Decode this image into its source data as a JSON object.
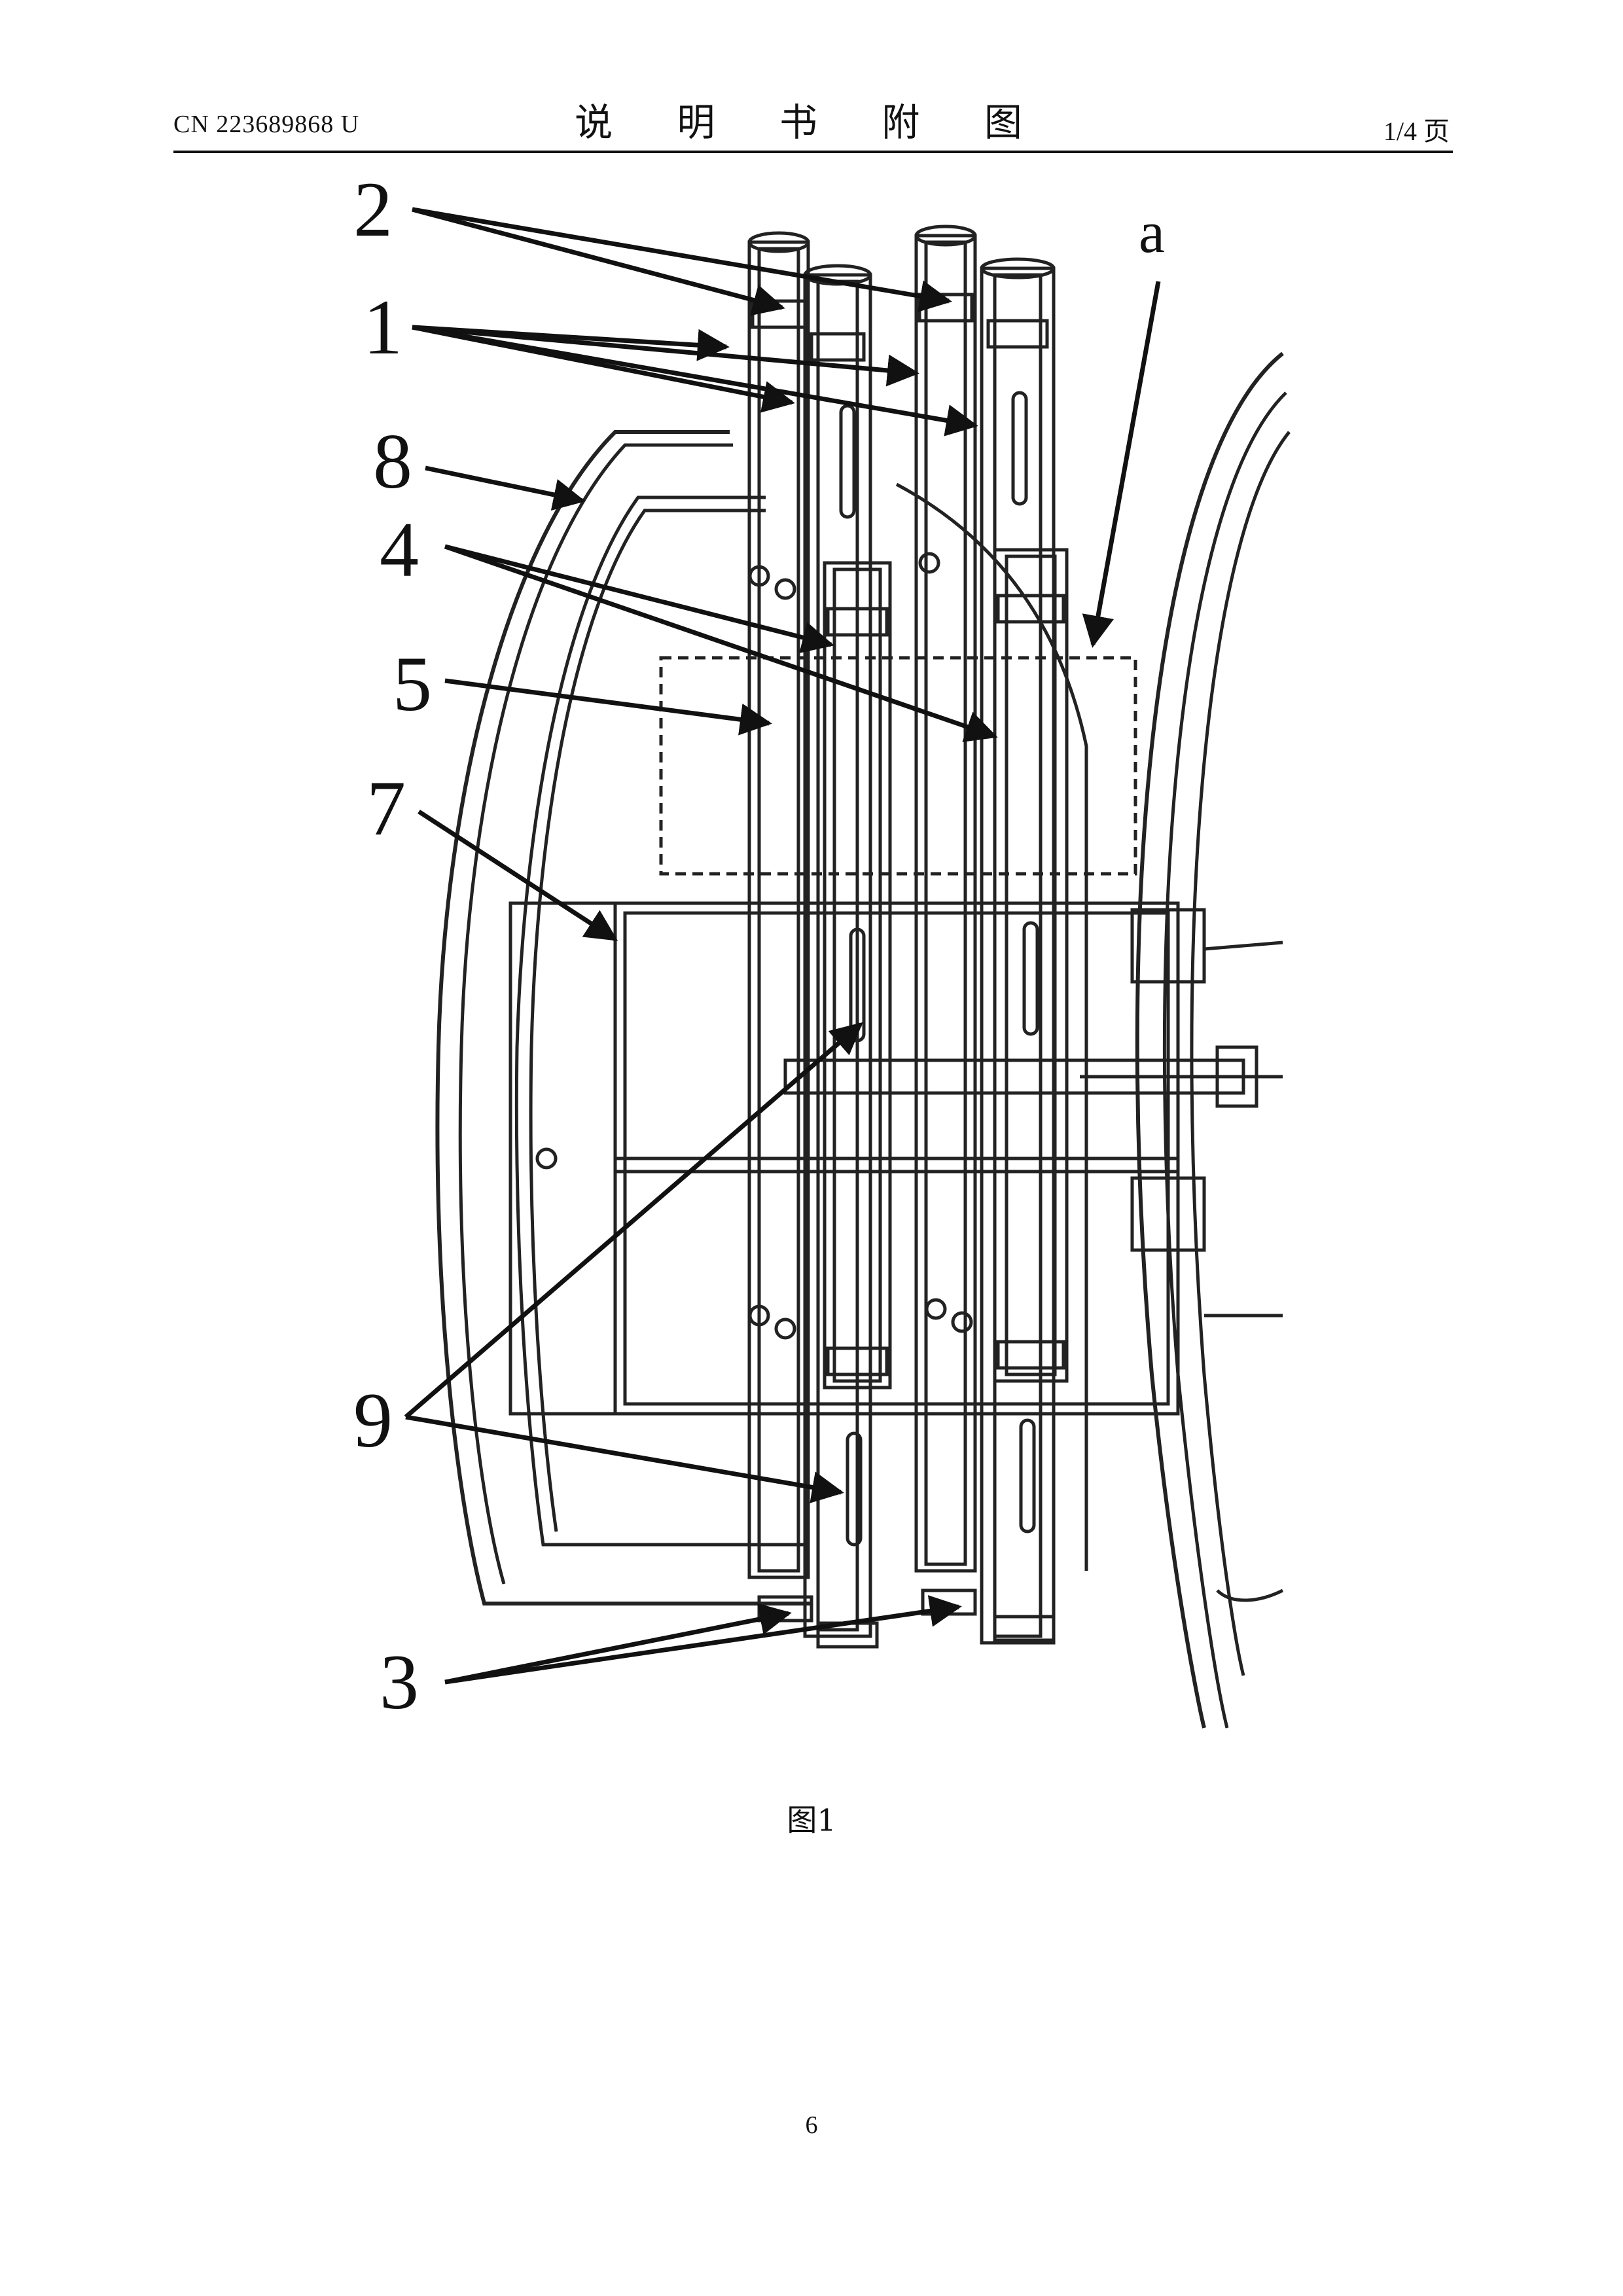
{
  "header": {
    "doc_number": "CN 223689868 U",
    "title": "说 明 书 附 图",
    "page_of": "1/4 页"
  },
  "figure": {
    "labels": {
      "l2": "2",
      "l1": "1",
      "l8": "8",
      "l4": "4",
      "l5": "5",
      "l7": "7",
      "l9": "9",
      "l3": "3",
      "la": "a"
    },
    "caption": "图1"
  },
  "footer": {
    "page_number": "6"
  }
}
